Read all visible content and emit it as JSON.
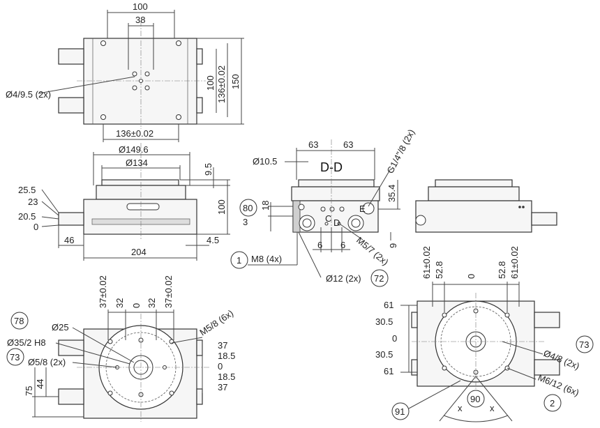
{
  "top_view": {
    "dim_100": "100",
    "dim_38": "38",
    "dim_hole": "Ø4/9.5 (2x)",
    "dim_136_bottom": "136±0.02",
    "dim_100_right": "100",
    "dim_136_right": "136±0.02",
    "dim_150": "150"
  },
  "front_view": {
    "dim_149_6": "Ø149.6",
    "dim_134": "Ø134",
    "dim_9_5": "9.5",
    "dim_100": "100",
    "dim_25_5": "25.5",
    "dim_23": "23",
    "dim_20_5": "20.5",
    "dim_0": "0",
    "dim_46": "46",
    "dim_204": "204",
    "dim_4_5": "4.5"
  },
  "section_view": {
    "title": "D-D",
    "dim_63a": "63",
    "dim_63b": "63",
    "dim_10_5": "Ø10.5",
    "dim_g14": "G1/4\"/8 (2x)",
    "dim_35_4": "35.4",
    "dim_18": "18",
    "dim_3": "3",
    "dim_6a": "6",
    "dim_6b": "6",
    "dim_m57": "M5/7 (2x)",
    "dim_9": "9",
    "dim_m8": "M8 (4x)",
    "dim_12": "Ø12 (2x)",
    "letter_c": "C",
    "letter_d": "D",
    "letter_e": "E",
    "balloon_80": "80",
    "balloon_1": "1",
    "balloon_72": "72"
  },
  "bottom_view": {
    "dim_37_left": "37±0.02",
    "dim_32_left": "32",
    "dim_0": "0",
    "dim_32_right": "32",
    "dim_37_right": "37±0.02",
    "dim_25": "Ø25",
    "dim_35": "Ø35/2 H8",
    "dim_m58": "M5/8 (6x)",
    "dim_58": "Ø5/8 (2x)",
    "dim_r37": "37",
    "dim_r18_5a": "18.5",
    "dim_r0": "0",
    "dim_r18_5b": "18.5",
    "dim_r37b": "37",
    "dim_75": "75",
    "dim_44": "44",
    "balloon_78": "78",
    "balloon_73": "73"
  },
  "right_bottom_view": {
    "dim_61_left": "61±0.02",
    "dim_52_8_left": "52.8",
    "dim_0_top": "0",
    "dim_52_8_right": "52.8",
    "dim_61_right": "61±0.02",
    "dim_61a": "61",
    "dim_30_5a": "30.5",
    "dim_0": "0",
    "dim_30_5b": "30.5",
    "dim_61b": "61",
    "dim_48": "Ø4/8 (2x)",
    "dim_m612": "M6/12 (6x)",
    "x_left": "x",
    "x_right": "x",
    "balloon_73": "73",
    "balloon_91": "91",
    "balloon_90": "90",
    "balloon_2": "2"
  }
}
